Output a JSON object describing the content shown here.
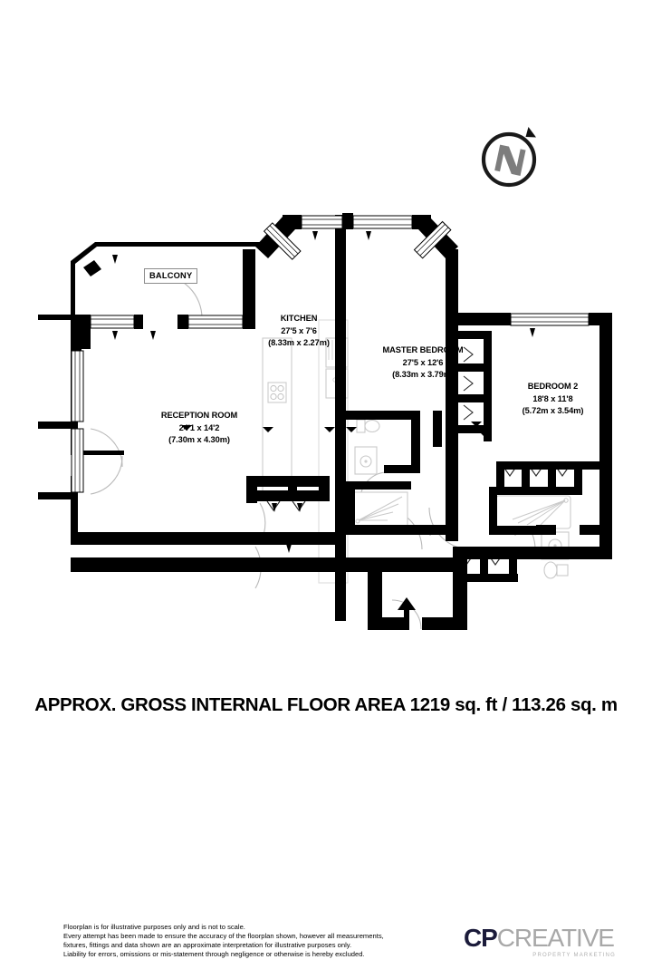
{
  "document": {
    "type": "floorplan",
    "title": "APPROX. GROSS INTERNAL FLOOR AREA 1219 sq. ft / 113.26 sq. m",
    "area_sqft": "1219 sq. ft",
    "area_sqm": "113.26 sq. m"
  },
  "compass": {
    "label": "N",
    "name": "north-compass"
  },
  "rooms": [
    {
      "key": "reception",
      "name": "RECEPTION ROOM",
      "imperial": "24'1 x 14'2",
      "metric": "(7.30m x 4.30m)"
    },
    {
      "key": "kitchen",
      "name": "KITCHEN",
      "imperial": "27'5 x 7'6",
      "metric": "(8.33m x 2.27m)"
    },
    {
      "key": "master",
      "name": "MASTER BEDROOM",
      "imperial": "27'5 x 12'6",
      "metric": "(8.33m x 3.79m)"
    },
    {
      "key": "bedroom2",
      "name": "BEDROOM 2",
      "imperial": "18'8 x 11'8",
      "metric": "(5.72m x 3.54m)"
    }
  ],
  "balcony": {
    "label": "BALCONY"
  },
  "disclaimer": {
    "line1": "Floorplan is for illustrative purposes only and is not to scale.",
    "line2": "Every attempt has been made to ensure the accuracy of the floorplan shown, however all measurements,",
    "line3": "fixtures, fittings and data shown are an approximate interpretation for illustrative purposes only.",
    "line4": "Liability for errors, omissions or mis-statement through negligence or otherwise is hereby excluded."
  },
  "brand": {
    "name_bold": "CP",
    "name_light": "CREATIVE",
    "tagline": "PROPERTY MARKETING"
  },
  "colors": {
    "wall": "#000000",
    "fixture_outline": "#c9c9c9",
    "door_arc": "#b5b5b5",
    "brand_dark": "#1b1b3a",
    "brand_grey": "#a8a8a8",
    "background": "#ffffff"
  }
}
